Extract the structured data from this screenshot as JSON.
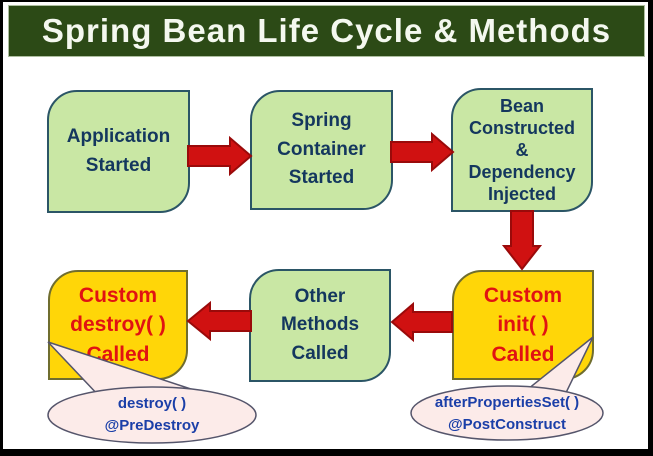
{
  "header": {
    "title": "Spring Bean Life Cycle & Methods"
  },
  "boxes": {
    "application": {
      "lines": [
        "Application",
        "Started"
      ]
    },
    "container": {
      "lines": [
        "Spring",
        "Container",
        "Started"
      ]
    },
    "bean": {
      "lines": [
        "Bean",
        "Constructed",
        "&",
        "Dependency",
        "Injected"
      ]
    },
    "init": {
      "lines": [
        "Custom",
        "init( )",
        "Called"
      ]
    },
    "other": {
      "lines": [
        "Other",
        "Methods",
        "Called"
      ]
    },
    "destroy": {
      "lines": [
        "Custom",
        "destroy( )",
        "Called"
      ]
    }
  },
  "callouts": {
    "predestroy": {
      "lines": [
        "destroy( )",
        "@PreDestroy"
      ]
    },
    "postconstruct": {
      "lines": [
        "afterPropertiesSet( )",
        "@PostConstruct"
      ]
    }
  },
  "arrows": [
    {
      "name": "application-to-container",
      "direction": "right"
    },
    {
      "name": "container-to-bean",
      "direction": "right"
    },
    {
      "name": "bean-to-init",
      "direction": "down"
    },
    {
      "name": "init-to-other",
      "direction": "left"
    },
    {
      "name": "other-to-destroy",
      "direction": "left"
    }
  ],
  "colors": {
    "banner_bg": "#2c4a16",
    "banner_text": "#f4f8ef",
    "box_green": "#c9e7a4",
    "box_green_border": "#2b5566",
    "box_green_text": "#14375e",
    "box_yellow": "#ffd608",
    "box_yellow_border": "#6f6d2f",
    "box_yellow_text": "#e11212",
    "arrow_fill": "#d01111",
    "arrow_stroke": "#9a0a0a",
    "callout_fill": "#fcebe9",
    "callout_border": "#55556b",
    "callout_text": "#1b3fa8",
    "frame": "#000000",
    "background": "#ffffff"
  }
}
